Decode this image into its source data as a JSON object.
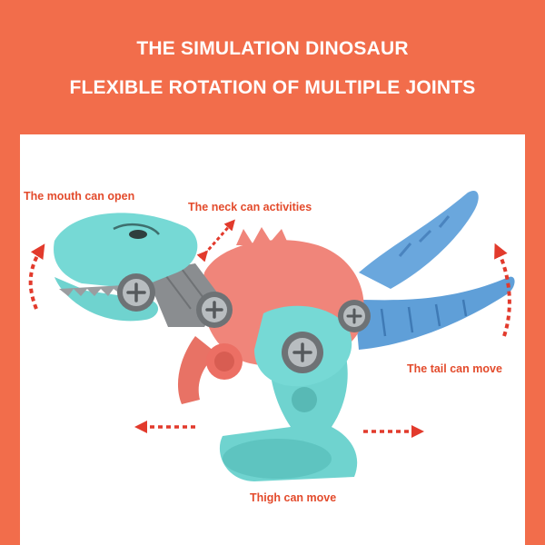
{
  "header": {
    "line1": "THE SIMULATION DINOSAUR",
    "line2": "FLEXIBLE ROTATION OF MULTIPLE JOINTS"
  },
  "callouts": {
    "mouth": "The mouth can open",
    "neck": "The neck can activities",
    "tail": "The tail can move",
    "thigh": "Thigh can move"
  },
  "colors": {
    "background": "#f26d4b",
    "label_red": "#e34b2c",
    "teal": "#6fd3cf",
    "coral": "#f0857a",
    "blue": "#5f9fd8",
    "gray": "#8a8d90"
  }
}
